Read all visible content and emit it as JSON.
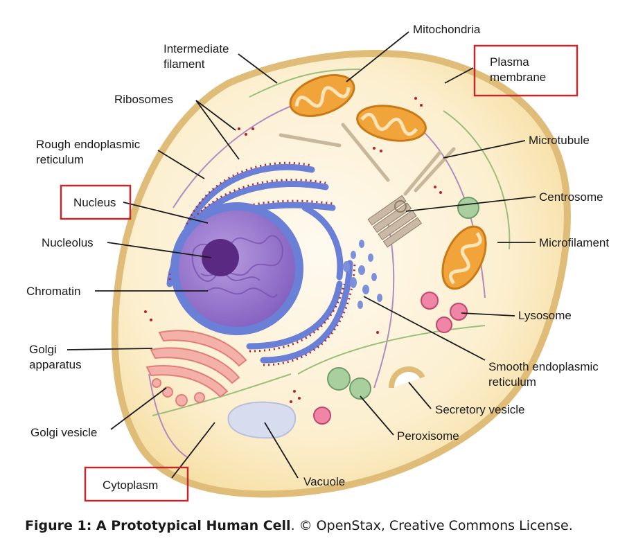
{
  "labels": {
    "intermediate_filament": [
      "Intermediate",
      "filament"
    ],
    "ribosomes": "Ribosomes",
    "rough_er": [
      "Rough endoplasmic",
      "reticulum"
    ],
    "nucleus": "Nucleus",
    "nucleolus": "Nucleolus",
    "chromatin": "Chromatin",
    "golgi_apparatus": [
      "Golgi",
      "apparatus"
    ],
    "golgi_vesicle": "Golgi vesicle",
    "cytoplasm": "Cytoplasm",
    "vacuole": "Vacuole",
    "peroxisome": "Peroxisome",
    "secretory_vesicle": "Secretory vesicle",
    "smooth_er": [
      "Smooth endoplasmic",
      "reticulum"
    ],
    "lysosome": "Lysosome",
    "microfilament": "Microfilament",
    "centrosome": "Centrosome",
    "microtubule": "Microtubule",
    "plasma_membrane": [
      "Plasma",
      "membrane"
    ],
    "mitochondria": "Mitochondria"
  },
  "highlighted_labels": [
    "Nucleus",
    "Plasma membrane",
    "Cytoplasm"
  ],
  "highlight_color": "#c0282d",
  "caption": {
    "bold": "Figure 1: A Prototypical Human Cell",
    "rest": ". © OpenStax, Creative Commons License."
  },
  "colors": {
    "cytoplasm_fill": "#fbecc6",
    "membrane": "#e0c07a",
    "nuclear_envelope": "#6a7fd6",
    "nucleoplasm": "#9f7bd0",
    "nucleolus": "#5a2a82",
    "ribosome": "#b5202e",
    "mitochondria": "#f0a43a",
    "golgi": "#f2a6a0",
    "lysosome": "#e85a8c",
    "peroxisome_green": "#8dbf8d",
    "vacuole": "#d7dcee"
  }
}
